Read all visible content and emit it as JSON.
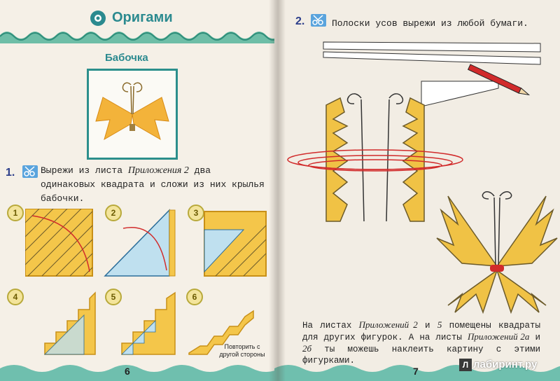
{
  "left_page": {
    "title": "Оригами",
    "subtitle": "Бабочка",
    "task1": {
      "number": "1.",
      "text_before": "Вырежи из листа ",
      "text_italic": "Приложения 2",
      "text_after": " два одинаковых квадрата и сложи из них крылья бабочки."
    },
    "steps": [
      "1",
      "2",
      "3",
      "4",
      "5",
      "6"
    ],
    "note": "Повторить с другой стороны",
    "page_number": "6"
  },
  "right_page": {
    "task2": {
      "number": "2.",
      "text": "Полоски усов вырежи из любой бумаги."
    },
    "bottom": {
      "p1": "На листах ",
      "i1": "Приложений 2",
      "p2": " и ",
      "i2": "5",
      "p3": " помещены квадраты для других фигурок. А на листы ",
      "i3": "Приложений 2а",
      "p4": " и ",
      "i4": "2б",
      "p5": " ты можешь наклеить картину с этими фигурками."
    },
    "page_number": "7"
  },
  "watermark": "лабиринт.ру",
  "colors": {
    "teal": "#2b8a8f",
    "yellow": "#f0c245",
    "blue_paper": "#bfe0ef",
    "red": "#d12b2b",
    "page": "#f5f0e7"
  }
}
